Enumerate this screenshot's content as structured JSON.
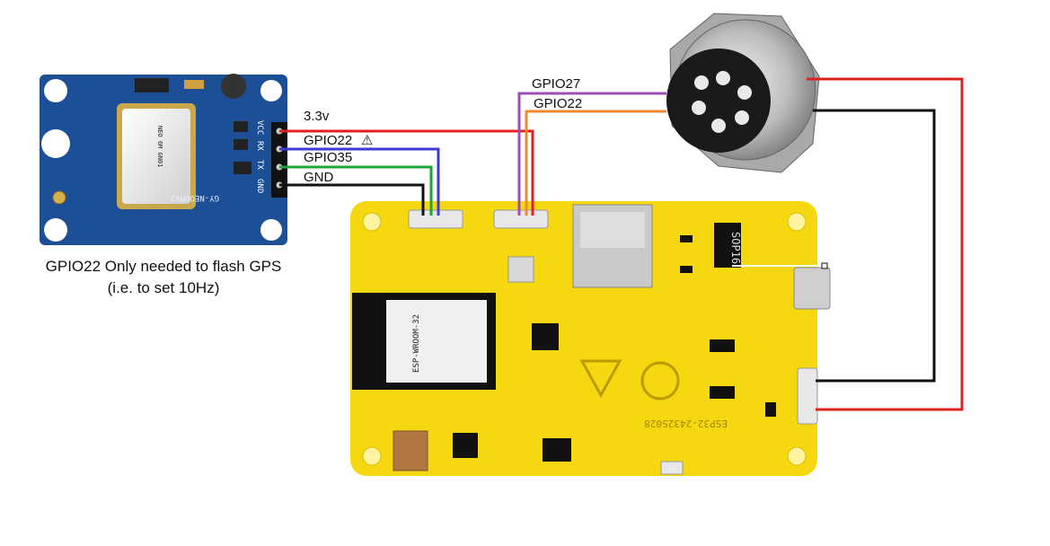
{
  "gps_module": {
    "pins": [
      "VCC",
      "RX",
      "TX",
      "GND"
    ],
    "chip_label": "NEO 6M GN01",
    "board_label": "GY-NEO6MV2"
  },
  "wire_labels": {
    "vcc": "3.3v",
    "rx": "GPIO22",
    "warning_symbol": "⚠",
    "tx": "GPIO35",
    "gnd": "GND",
    "connector_a": "GPIO27",
    "connector_b": "GPIO22"
  },
  "note": {
    "line1": "GPIO22 Only needed to flash GPS",
    "line2": "(i.e. to set 10Hz)"
  },
  "esp_board": {
    "module_label": "ESP-WROOM-32",
    "board_label": "ESP32-2432S028",
    "ic_label": "SOP16"
  },
  "colors": {
    "power": "#e02020",
    "ground": "#111111",
    "rx_wire": "#3b3bd6",
    "tx_wire": "#22a33a",
    "gpio27_wire": "#9b4fb5",
    "gpio22_wire": "#f08a2c",
    "board_yellow": "#f5d80f",
    "gps_blue": "#1d4f96"
  }
}
